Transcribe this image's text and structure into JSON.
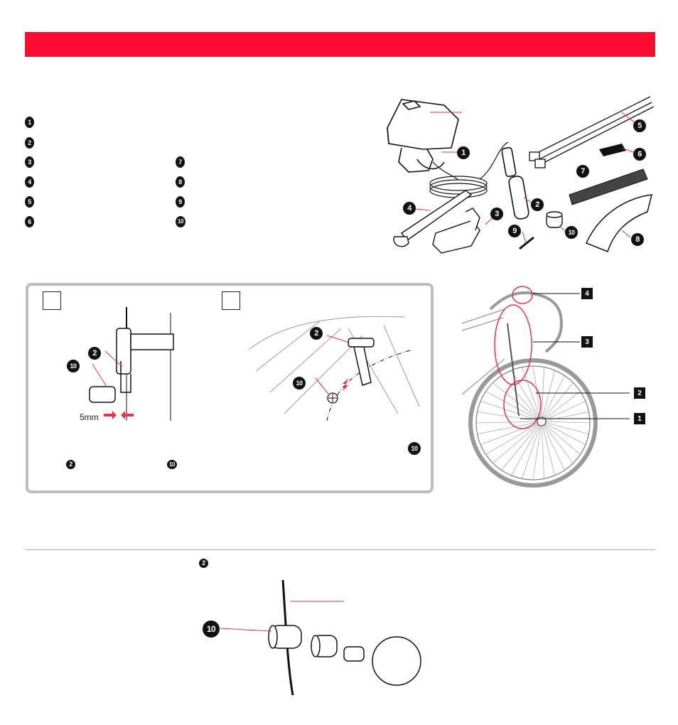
{
  "header": {
    "bar_color": "#ff0a31"
  },
  "parts_list": {
    "left": [
      "1",
      "2",
      "3",
      "4",
      "5",
      "6"
    ],
    "right": [
      "7",
      "8",
      "9",
      "10"
    ]
  },
  "parts_illustration": {
    "callouts": [
      "1",
      "2",
      "3",
      "4",
      "5",
      "6",
      "7",
      "8",
      "9",
      "10"
    ]
  },
  "install_steps": {
    "step_a": {
      "sensor_label": "2",
      "magnet_label": "10",
      "gap_label": "5mm"
    },
    "step_b": {
      "sensor_label": "2",
      "magnet_label": "10"
    },
    "footnote": {
      "corner_num": "10",
      "sensor_ref": "2",
      "magnet_ref": "10"
    }
  },
  "bike_diagram": {
    "labels": [
      "4",
      "3",
      "2",
      "1"
    ]
  },
  "bottom_section": {
    "sensor_ref": "2",
    "magnet_label": "10"
  },
  "colors": {
    "accent": "#ff0a31",
    "callout_red": "#e6334b",
    "frame_grey": "#bdbdbd"
  }
}
